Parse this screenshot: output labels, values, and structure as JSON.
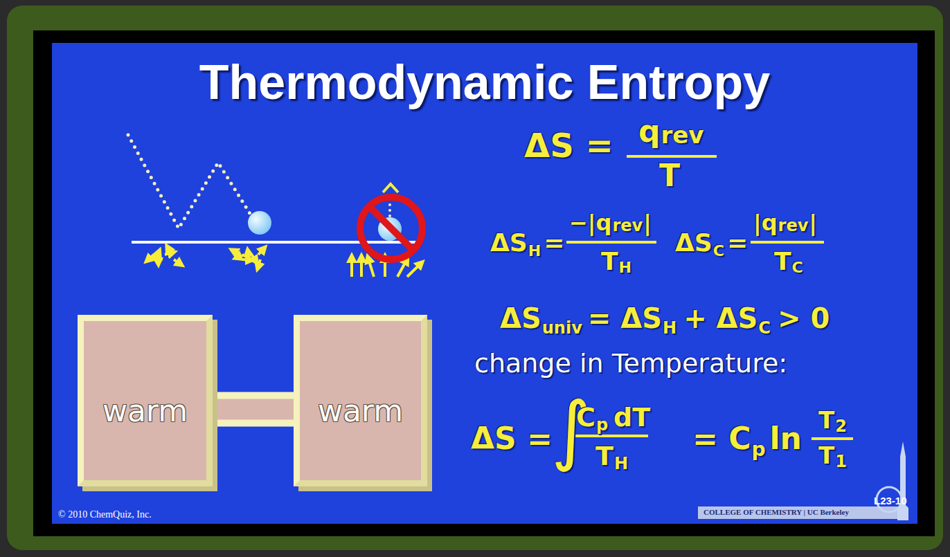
{
  "diagram": {
    "title": "Thermodynamic Entropy",
    "nodes": [
      {
        "text": [
          "warm"
        ]
      },
      {
        "text": [
          "warm"
        ]
      }
    ],
    "edges": [
      {
        "from": 0,
        "to": 1,
        "arrow": "none"
      }
    ],
    "labels": [
      "ΔS =",
      "q",
      "rev",
      "T",
      "ΔS",
      "H",
      "=",
      "−|q",
      "rev",
      "|",
      "T",
      "H",
      "ΔS",
      "C",
      "=",
      "|q",
      "rev",
      "|",
      "T",
      "C",
      "ΔS",
      "univ",
      "= ΔS",
      "H",
      "+ ΔS",
      "C",
      "> 0",
      "change in Temperature:",
      "ΔS =",
      "∫",
      "C",
      "p",
      "dT",
      "T",
      "H",
      "= C",
      "p",
      "ln",
      "T",
      "2",
      "T",
      "1",
      "© 2010 ChemQuiz, Inc.",
      "COLLEGE OF CHEMISTRY | UC Berkeley",
      "L23-10"
    ]
  }
}
